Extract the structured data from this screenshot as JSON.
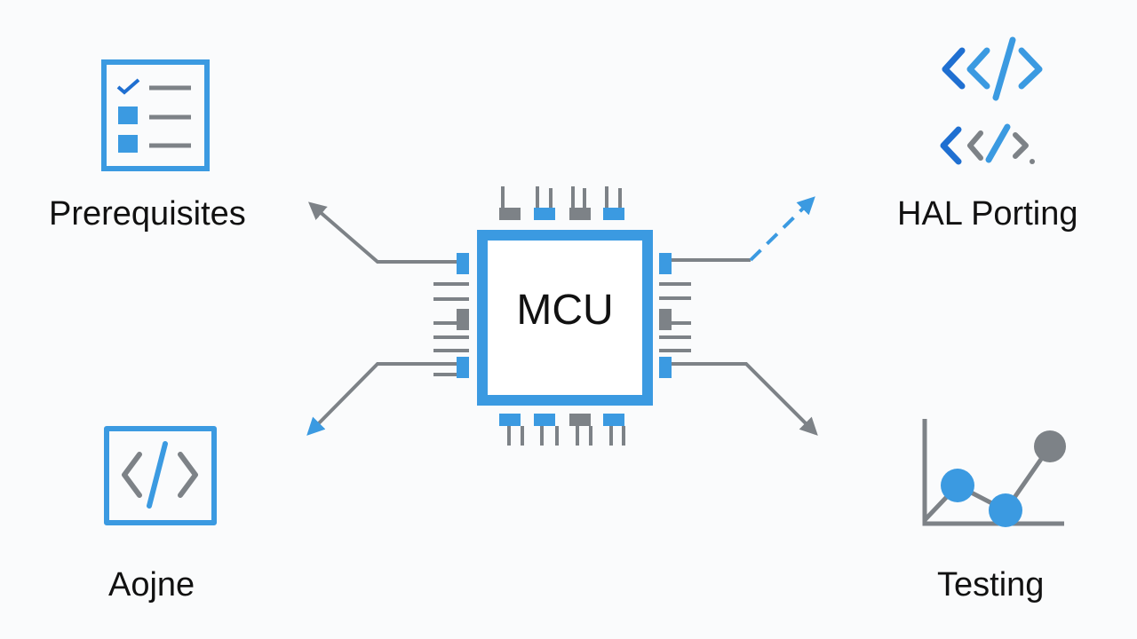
{
  "center": {
    "label": "MCU"
  },
  "nodes": {
    "prerequisites": {
      "label": "Prerequisites",
      "icon": "checklist-icon"
    },
    "hal_porting": {
      "label": "HAL Porting",
      "icon": "code-brackets-icon"
    },
    "code": {
      "label": "Aojne",
      "icon": "code-window-icon"
    },
    "testing": {
      "label": "Testing",
      "icon": "line-graph-icon"
    }
  },
  "colors": {
    "blue": "#3b9ae1",
    "dark_blue": "#1f6fd1",
    "gray": "#7d8287",
    "text": "#111111",
    "background": "#fafbfc"
  }
}
